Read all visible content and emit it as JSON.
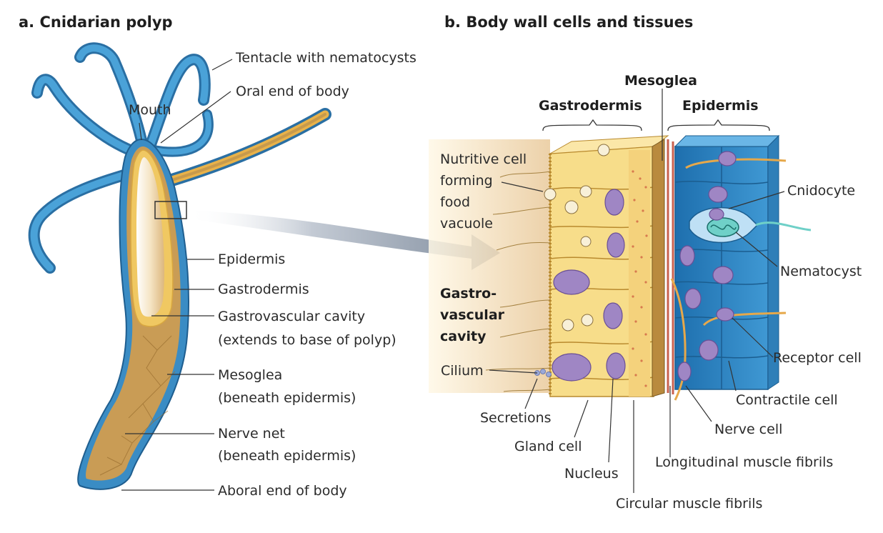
{
  "panel_a": {
    "title": "a.  Cnidarian polyp",
    "labels": {
      "tentacle": "Tentacle with nematocysts",
      "oral_end": "Oral end of body",
      "mouth": "Mouth",
      "epidermis": "Epidermis",
      "gastrodermis": "Gastrodermis",
      "gv_cavity_1": "Gastrovascular cavity",
      "gv_cavity_2": "(extends to base of polyp)",
      "mesoglea_1": "Mesoglea",
      "mesoglea_2": "(beneath epidermis)",
      "nerve_net_1": "Nerve net",
      "nerve_net_2": "(beneath epidermis)",
      "aboral_end": "Aboral end of body"
    }
  },
  "panel_b": {
    "title": "b.  Body wall cells and tissues",
    "labels": {
      "mesoglea": "Mesoglea",
      "gastrodermis": "Gastrodermis",
      "epidermis": "Epidermis",
      "nutritive_1": "Nutritive cell",
      "nutritive_2": "forming",
      "nutritive_3": "food",
      "nutritive_4": "vacuole",
      "gv_cavity_1": "Gastro-",
      "gv_cavity_2": "vascular",
      "gv_cavity_3": "cavity",
      "cilium": "Cilium",
      "secretions": "Secretions",
      "gland_cell": "Gland cell",
      "nucleus": "Nucleus",
      "circular": "Circular muscle fibrils",
      "longitudinal": "Longitudinal muscle fibrils",
      "nerve_cell": "Nerve cell",
      "contractile": "Contractile cell",
      "receptor": "Receptor cell",
      "nematocyst": "Nematocyst",
      "cnidocyte": "Cnidocyte"
    }
  },
  "colors": {
    "epidermis_blue": "#3f8fc6",
    "gastrodermis_yellow": "#f2cf6a",
    "mesoglea_brown": "#c79a4c",
    "nucleus_purple": "#9c86c0",
    "arrow_grey": "#8a96a6"
  }
}
